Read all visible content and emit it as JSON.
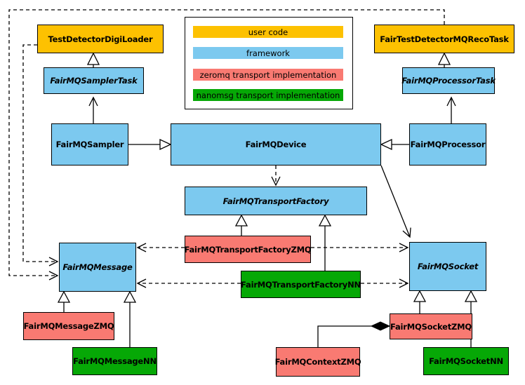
{
  "palette": {
    "user_code": "#FDC101",
    "framework": "#7CC9EF",
    "zeromq": "#F97A72",
    "nanomsg": "#06A806",
    "line": "#000000",
    "background": "#FFFFFF"
  },
  "legend": {
    "items": [
      {
        "label": "user code",
        "category": "user_code"
      },
      {
        "label": "framework",
        "category": "framework"
      },
      {
        "label": "zeromq transport implementation",
        "category": "zeromq"
      },
      {
        "label": "nanomsg transport implementation",
        "category": "nanomsg"
      }
    ]
  },
  "nodes": {
    "digi_loader": {
      "label": "TestDetectorDigiLoader",
      "category": "user_code",
      "abstract": false
    },
    "reco_task": {
      "label": "FairTestDetectorMQRecoTask",
      "category": "user_code",
      "abstract": false
    },
    "sampler_task": {
      "label": "FairMQSamplerTask",
      "category": "framework",
      "abstract": true
    },
    "processor_task": {
      "label": "FairMQProcessorTask",
      "category": "framework",
      "abstract": true
    },
    "sampler": {
      "label": "FairMQSampler",
      "category": "framework",
      "abstract": false
    },
    "device": {
      "label": "FairMQDevice",
      "category": "framework",
      "abstract": false
    },
    "processor": {
      "label": "FairMQProcessor",
      "category": "framework",
      "abstract": false
    },
    "transport_factory": {
      "label": "FairMQTransportFactory",
      "category": "framework",
      "abstract": true
    },
    "transport_factory_zmq": {
      "label": "FairMQTransportFactoryZMQ",
      "category": "zeromq",
      "abstract": false
    },
    "transport_factory_nn": {
      "label": "FairMQTransportFactoryNN",
      "category": "nanomsg",
      "abstract": false
    },
    "message": {
      "label": "FairMQMessage",
      "category": "framework",
      "abstract": true
    },
    "socket": {
      "label": "FairMQSocket",
      "category": "framework",
      "abstract": true
    },
    "message_zmq": {
      "label": "FairMQMessageZMQ",
      "category": "zeromq",
      "abstract": false
    },
    "message_nn": {
      "label": "FairMQMessageNN",
      "category": "nanomsg",
      "abstract": false
    },
    "context_zmq": {
      "label": "FairMQContextZMQ",
      "category": "zeromq",
      "abstract": false
    },
    "socket_zmq": {
      "label": "FairMQSocketZMQ",
      "category": "zeromq",
      "abstract": false
    },
    "socket_nn": {
      "label": "FairMQSocketNN",
      "category": "nanomsg",
      "abstract": false
    }
  },
  "relationships": [
    {
      "from": "sampler_task",
      "to": "digi_loader",
      "type": "inheritance"
    },
    {
      "from": "processor_task",
      "to": "reco_task",
      "type": "inheritance"
    },
    {
      "from": "sampler",
      "to": "sampler_task",
      "type": "association"
    },
    {
      "from": "processor",
      "to": "processor_task",
      "type": "association"
    },
    {
      "from": "sampler",
      "to": "device",
      "type": "inheritance"
    },
    {
      "from": "processor",
      "to": "device",
      "type": "inheritance"
    },
    {
      "from": "device",
      "to": "transport_factory",
      "type": "dependency"
    },
    {
      "from": "device",
      "to": "socket",
      "type": "association"
    },
    {
      "from": "transport_factory_zmq",
      "to": "transport_factory",
      "type": "inheritance"
    },
    {
      "from": "transport_factory_nn",
      "to": "transport_factory",
      "type": "inheritance"
    },
    {
      "from": "transport_factory_zmq",
      "to": "message",
      "type": "dependency"
    },
    {
      "from": "transport_factory_zmq",
      "to": "socket",
      "type": "dependency"
    },
    {
      "from": "transport_factory_nn",
      "to": "message",
      "type": "dependency"
    },
    {
      "from": "transport_factory_nn",
      "to": "socket",
      "type": "dependency"
    },
    {
      "from": "digi_loader",
      "to": "message",
      "type": "dependency"
    },
    {
      "from": "reco_task",
      "to": "message",
      "type": "dependency"
    },
    {
      "from": "message_zmq",
      "to": "message",
      "type": "inheritance"
    },
    {
      "from": "message_nn",
      "to": "message",
      "type": "inheritance"
    },
    {
      "from": "socket_zmq",
      "to": "socket",
      "type": "inheritance"
    },
    {
      "from": "socket_nn",
      "to": "socket",
      "type": "inheritance"
    },
    {
      "from": "context_zmq",
      "to": "socket_zmq",
      "type": "composition"
    }
  ]
}
